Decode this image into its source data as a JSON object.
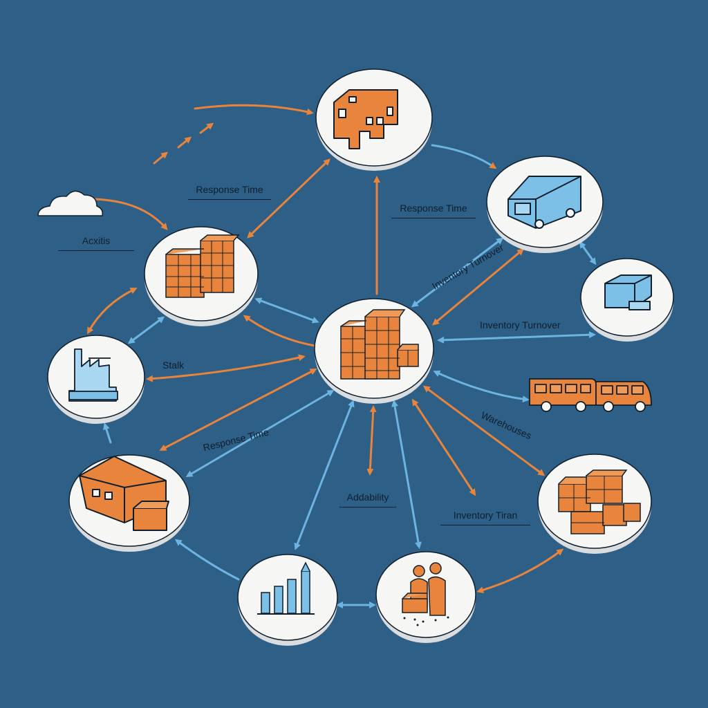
{
  "colors": {
    "background": "#2e5f87",
    "node_fill": "#f6f6f4",
    "orange": "#e8843c",
    "blue": "#6cb5e2",
    "ink": "#0f1e2c"
  },
  "labels": {
    "response_time_top": "Response Time",
    "response_time_right": "Response Time",
    "acxitis": "Acxitis",
    "inventory_turnover_diag": "Inventory Turnover",
    "inventory_turnover_right": "Inventory Turnover",
    "stalk": "Stalk",
    "response_time_diag": "Response Time",
    "warehouses": "Warehouses",
    "addability": "Addability",
    "inventory_tiran": "Inventory Tiran"
  },
  "nodes": [
    {
      "id": "factory-top",
      "icon": "factory-building-icon"
    },
    {
      "id": "trailer",
      "icon": "trailer-icon"
    },
    {
      "id": "container",
      "icon": "container-box-icon"
    },
    {
      "id": "crates-left",
      "icon": "stacked-crates-icon"
    },
    {
      "id": "hub",
      "icon": "central-pallet-stack-icon"
    },
    {
      "id": "plant",
      "icon": "industrial-plant-icon"
    },
    {
      "id": "warehouse",
      "icon": "warehouse-icon"
    },
    {
      "id": "chart",
      "icon": "bar-chart-icon"
    },
    {
      "id": "workers",
      "icon": "workers-icon"
    },
    {
      "id": "boxes-right",
      "icon": "shipping-boxes-icon"
    }
  ],
  "extra_icons": [
    "cloud-icon",
    "bus-icon"
  ]
}
